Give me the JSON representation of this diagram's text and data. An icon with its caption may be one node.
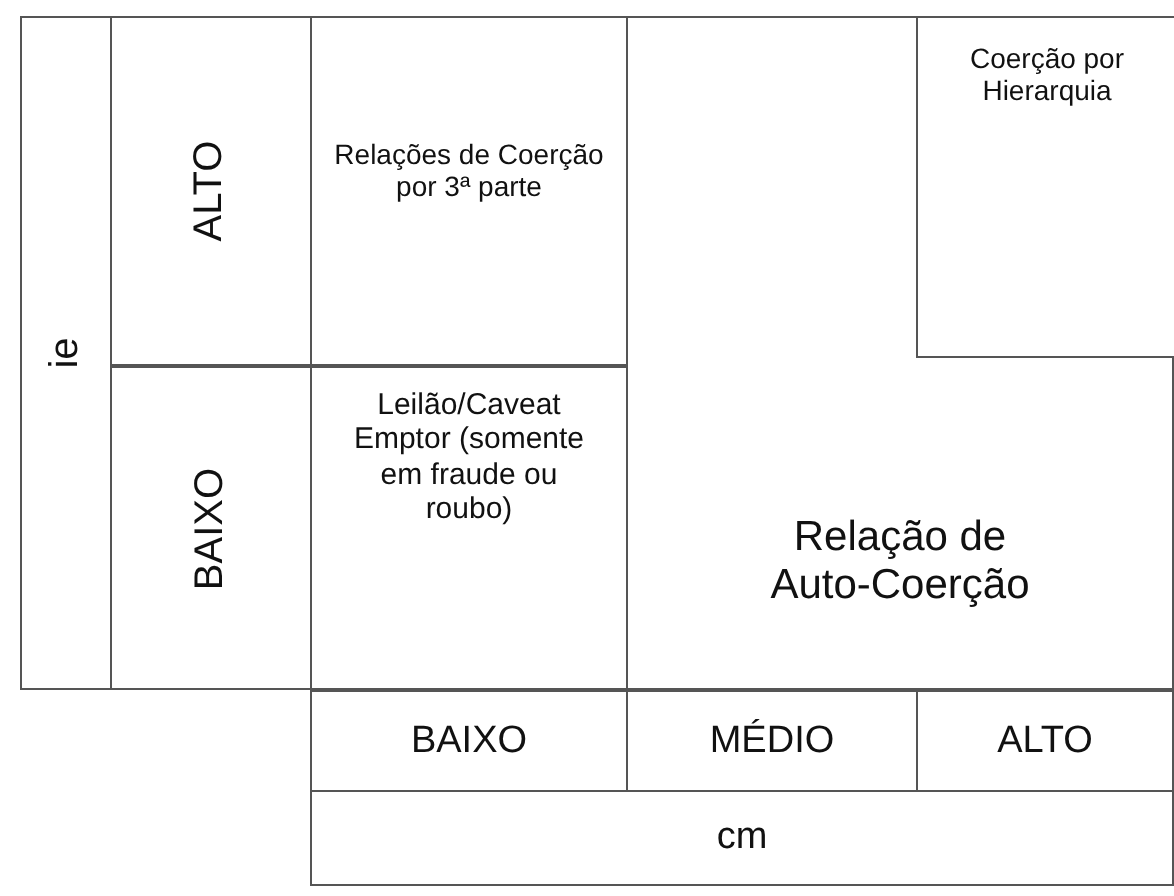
{
  "diagram": {
    "nodes": [
      {
        "text": [
          "ie"
        ]
      },
      {
        "text": [
          "ALTO"
        ]
      },
      {
        "text": [
          "BAIXO"
        ]
      },
      {
        "text": [
          "Relações de Coerção por 3ª parte"
        ]
      },
      {
        "text": [
          "Leilão/Caveat Emptor (somente em fraude ou roubo)"
        ]
      },
      {
        "text": [
          "Relação de Auto-Coerção"
        ]
      },
      {
        "text": [
          "Coerção por Hierarquia"
        ],
        "in": 5
      },
      {
        "text": [
          "BAIXO"
        ]
      },
      {
        "text": [
          "MÉDIO"
        ]
      },
      {
        "text": [
          "ALTO"
        ]
      },
      {
        "text": [
          "cm"
        ]
      }
    ]
  }
}
